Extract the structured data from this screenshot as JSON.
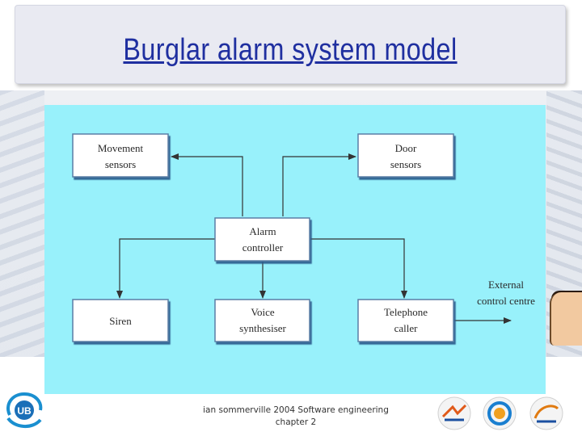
{
  "slide": {
    "title": "Burglar alarm system model",
    "footer_line1": "ian sommerville 2004 Software engineering",
    "footer_line2": "chapter 2"
  },
  "diagram": {
    "nodes": {
      "movement_sensors": {
        "line1": "Movement",
        "line2": "sensors"
      },
      "door_sensors": {
        "line1": "Door",
        "line2": "sensors"
      },
      "alarm_controller": {
        "line1": "Alarm",
        "line2": "controller"
      },
      "siren": {
        "line1": "Siren"
      },
      "voice_synthesiser": {
        "line1": "Voice",
        "line2": "synthesiser"
      },
      "telephone_caller": {
        "line1": "Telephone",
        "line2": "caller"
      }
    },
    "external": {
      "line1": "External",
      "line2": "control centre"
    },
    "edges": [
      [
        "alarm_controller",
        "movement_sensors"
      ],
      [
        "alarm_controller",
        "door_sensors"
      ],
      [
        "alarm_controller",
        "siren"
      ],
      [
        "alarm_controller",
        "voice_synthesiser"
      ],
      [
        "alarm_controller",
        "telephone_caller"
      ],
      [
        "telephone_caller",
        "external"
      ]
    ]
  },
  "colors": {
    "title": "#1f2fa0",
    "diagram_background": "#98f1fb",
    "box_fill": "#ffffff",
    "box_border": "#5b7fa6",
    "arrow": "#333333"
  },
  "icons": [
    "ub-logo-icon",
    "partner-logo-1-icon",
    "partner-logo-2-icon",
    "partner-logo-3-icon"
  ]
}
